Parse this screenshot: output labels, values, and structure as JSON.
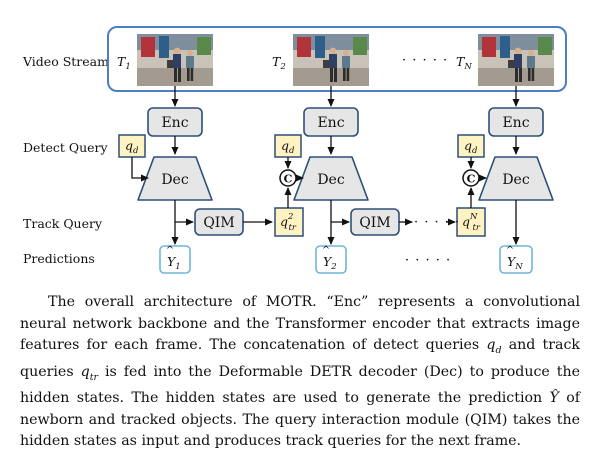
{
  "rows": {
    "video_stream": "Video Stream",
    "detect_query": "Detect Query",
    "track_query": "Track Query",
    "predictions": "Predictions"
  },
  "frames": [
    {
      "label": "T",
      "sub": "1"
    },
    {
      "label": "T",
      "sub": "2"
    },
    {
      "label": "T",
      "sub": "N"
    }
  ],
  "modules": {
    "enc": "Enc",
    "dec": "Dec",
    "qim": "QIM",
    "concat": "C"
  },
  "queries": {
    "detect": {
      "label": "q",
      "sub": "d"
    },
    "track": [
      {
        "label": "q",
        "sub": "tr",
        "sup": "2"
      },
      {
        "label": "q",
        "sub": "tr",
        "sup": "N"
      }
    ]
  },
  "predictions": [
    {
      "label": "Y",
      "sub": "1"
    },
    {
      "label": "Y",
      "sub": "2"
    },
    {
      "label": "Y",
      "sub": "N"
    }
  ],
  "ellipsis": "· · · · ·",
  "caption": {
    "p1": "The overall architecture of MOTR. “Enc” represents a convolutional neural network backbone and the Transformer encoder that extracts image features for each frame. The concatenation of detect queries ",
    "qd": "q",
    "qd_sub": "d",
    "p2": " and track queries ",
    "qtr": "q",
    "qtr_sub": "tr",
    "p3": " is fed into the Deformable DETR decoder (Dec) to produce the hidden states. The hidden states are used to generate the prediction ",
    "yhat": "Ŷ",
    "p4": " of newborn and tracked objects. The query interaction module (QIM) takes the hidden states as input and produces track queries for the next frame."
  },
  "colors": {
    "stream_border": "#4a7fc1",
    "module_fill": "#e6e6e6",
    "module_stroke": "#2d4f7a",
    "query_fill": "#fff3c4",
    "query_stroke": "#2d4f7a",
    "pred_stroke": "#6fb6d9",
    "arrow": "#111111"
  }
}
